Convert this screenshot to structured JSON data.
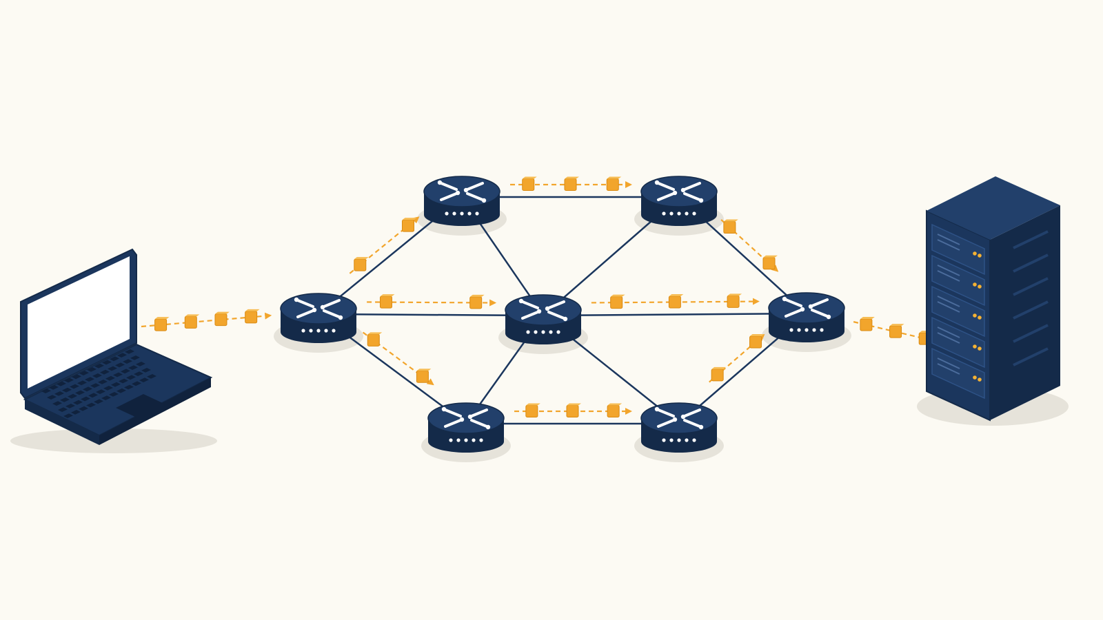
{
  "colors": {
    "background": "#fcfaf3",
    "device_navy": "#1b365d",
    "device_navy_dark": "#142a49",
    "device_top": "#22406b",
    "link_line": "#1b365d",
    "packet_orange": "#f2a52c",
    "packet_stroke": "#d98a12",
    "led_amber": "#f5b233",
    "shadow": "#e6e3da"
  },
  "nodes": [
    {
      "id": "client",
      "kind": "laptop",
      "icon": "laptop-icon"
    },
    {
      "id": "r1",
      "kind": "router",
      "icon": "router-icon"
    },
    {
      "id": "r2",
      "kind": "router",
      "icon": "router-icon"
    },
    {
      "id": "r3",
      "kind": "router",
      "icon": "router-icon"
    },
    {
      "id": "r4",
      "kind": "router",
      "icon": "router-icon"
    },
    {
      "id": "r5",
      "kind": "router",
      "icon": "router-icon"
    },
    {
      "id": "r6",
      "kind": "router",
      "icon": "router-icon"
    },
    {
      "id": "r7",
      "kind": "router",
      "icon": "router-icon"
    },
    {
      "id": "server",
      "kind": "server-rack",
      "icon": "server-rack-icon"
    }
  ],
  "links": [
    [
      "r1",
      "r2"
    ],
    [
      "r1",
      "r4"
    ],
    [
      "r1",
      "r6"
    ],
    [
      "r2",
      "r3"
    ],
    [
      "r2",
      "r4"
    ],
    [
      "r3",
      "r4"
    ],
    [
      "r3",
      "r5"
    ],
    [
      "r4",
      "r5"
    ],
    [
      "r4",
      "r6"
    ],
    [
      "r4",
      "r7"
    ],
    [
      "r5",
      "r7"
    ],
    [
      "r6",
      "r7"
    ]
  ],
  "packet_flows": [
    {
      "from": "client",
      "to": "r1",
      "packets": 4
    },
    {
      "from": "r1",
      "to": "r2",
      "packets": 2
    },
    {
      "from": "r1",
      "to": "r4",
      "packets": 2
    },
    {
      "from": "r1",
      "to": "r6",
      "packets": 2
    },
    {
      "from": "r2",
      "to": "r3",
      "packets": 3
    },
    {
      "from": "r4",
      "to": "r5",
      "packets": 3
    },
    {
      "from": "r6",
      "to": "r7",
      "packets": 3
    },
    {
      "from": "r3",
      "to": "r5",
      "packets": 2
    },
    {
      "from": "r7",
      "to": "r5",
      "packets": 2
    },
    {
      "from": "r5",
      "to": "server",
      "packets": 3
    }
  ]
}
